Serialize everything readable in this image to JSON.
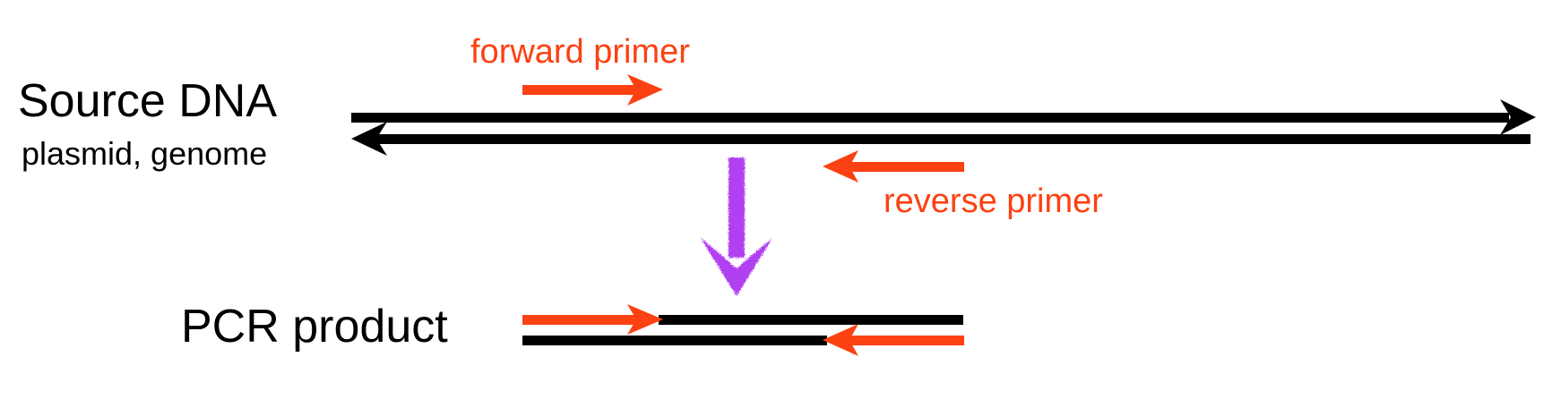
{
  "source": {
    "title": "Source DNA",
    "subtitle": "plasmid, genome"
  },
  "primers": {
    "forward_label": "forward primer",
    "reverse_label": "reverse primer"
  },
  "product": {
    "label": "PCR product"
  },
  "colors": {
    "strand": "#000000",
    "primer": "#fc4112",
    "process_arrow": "#b13ff0"
  }
}
